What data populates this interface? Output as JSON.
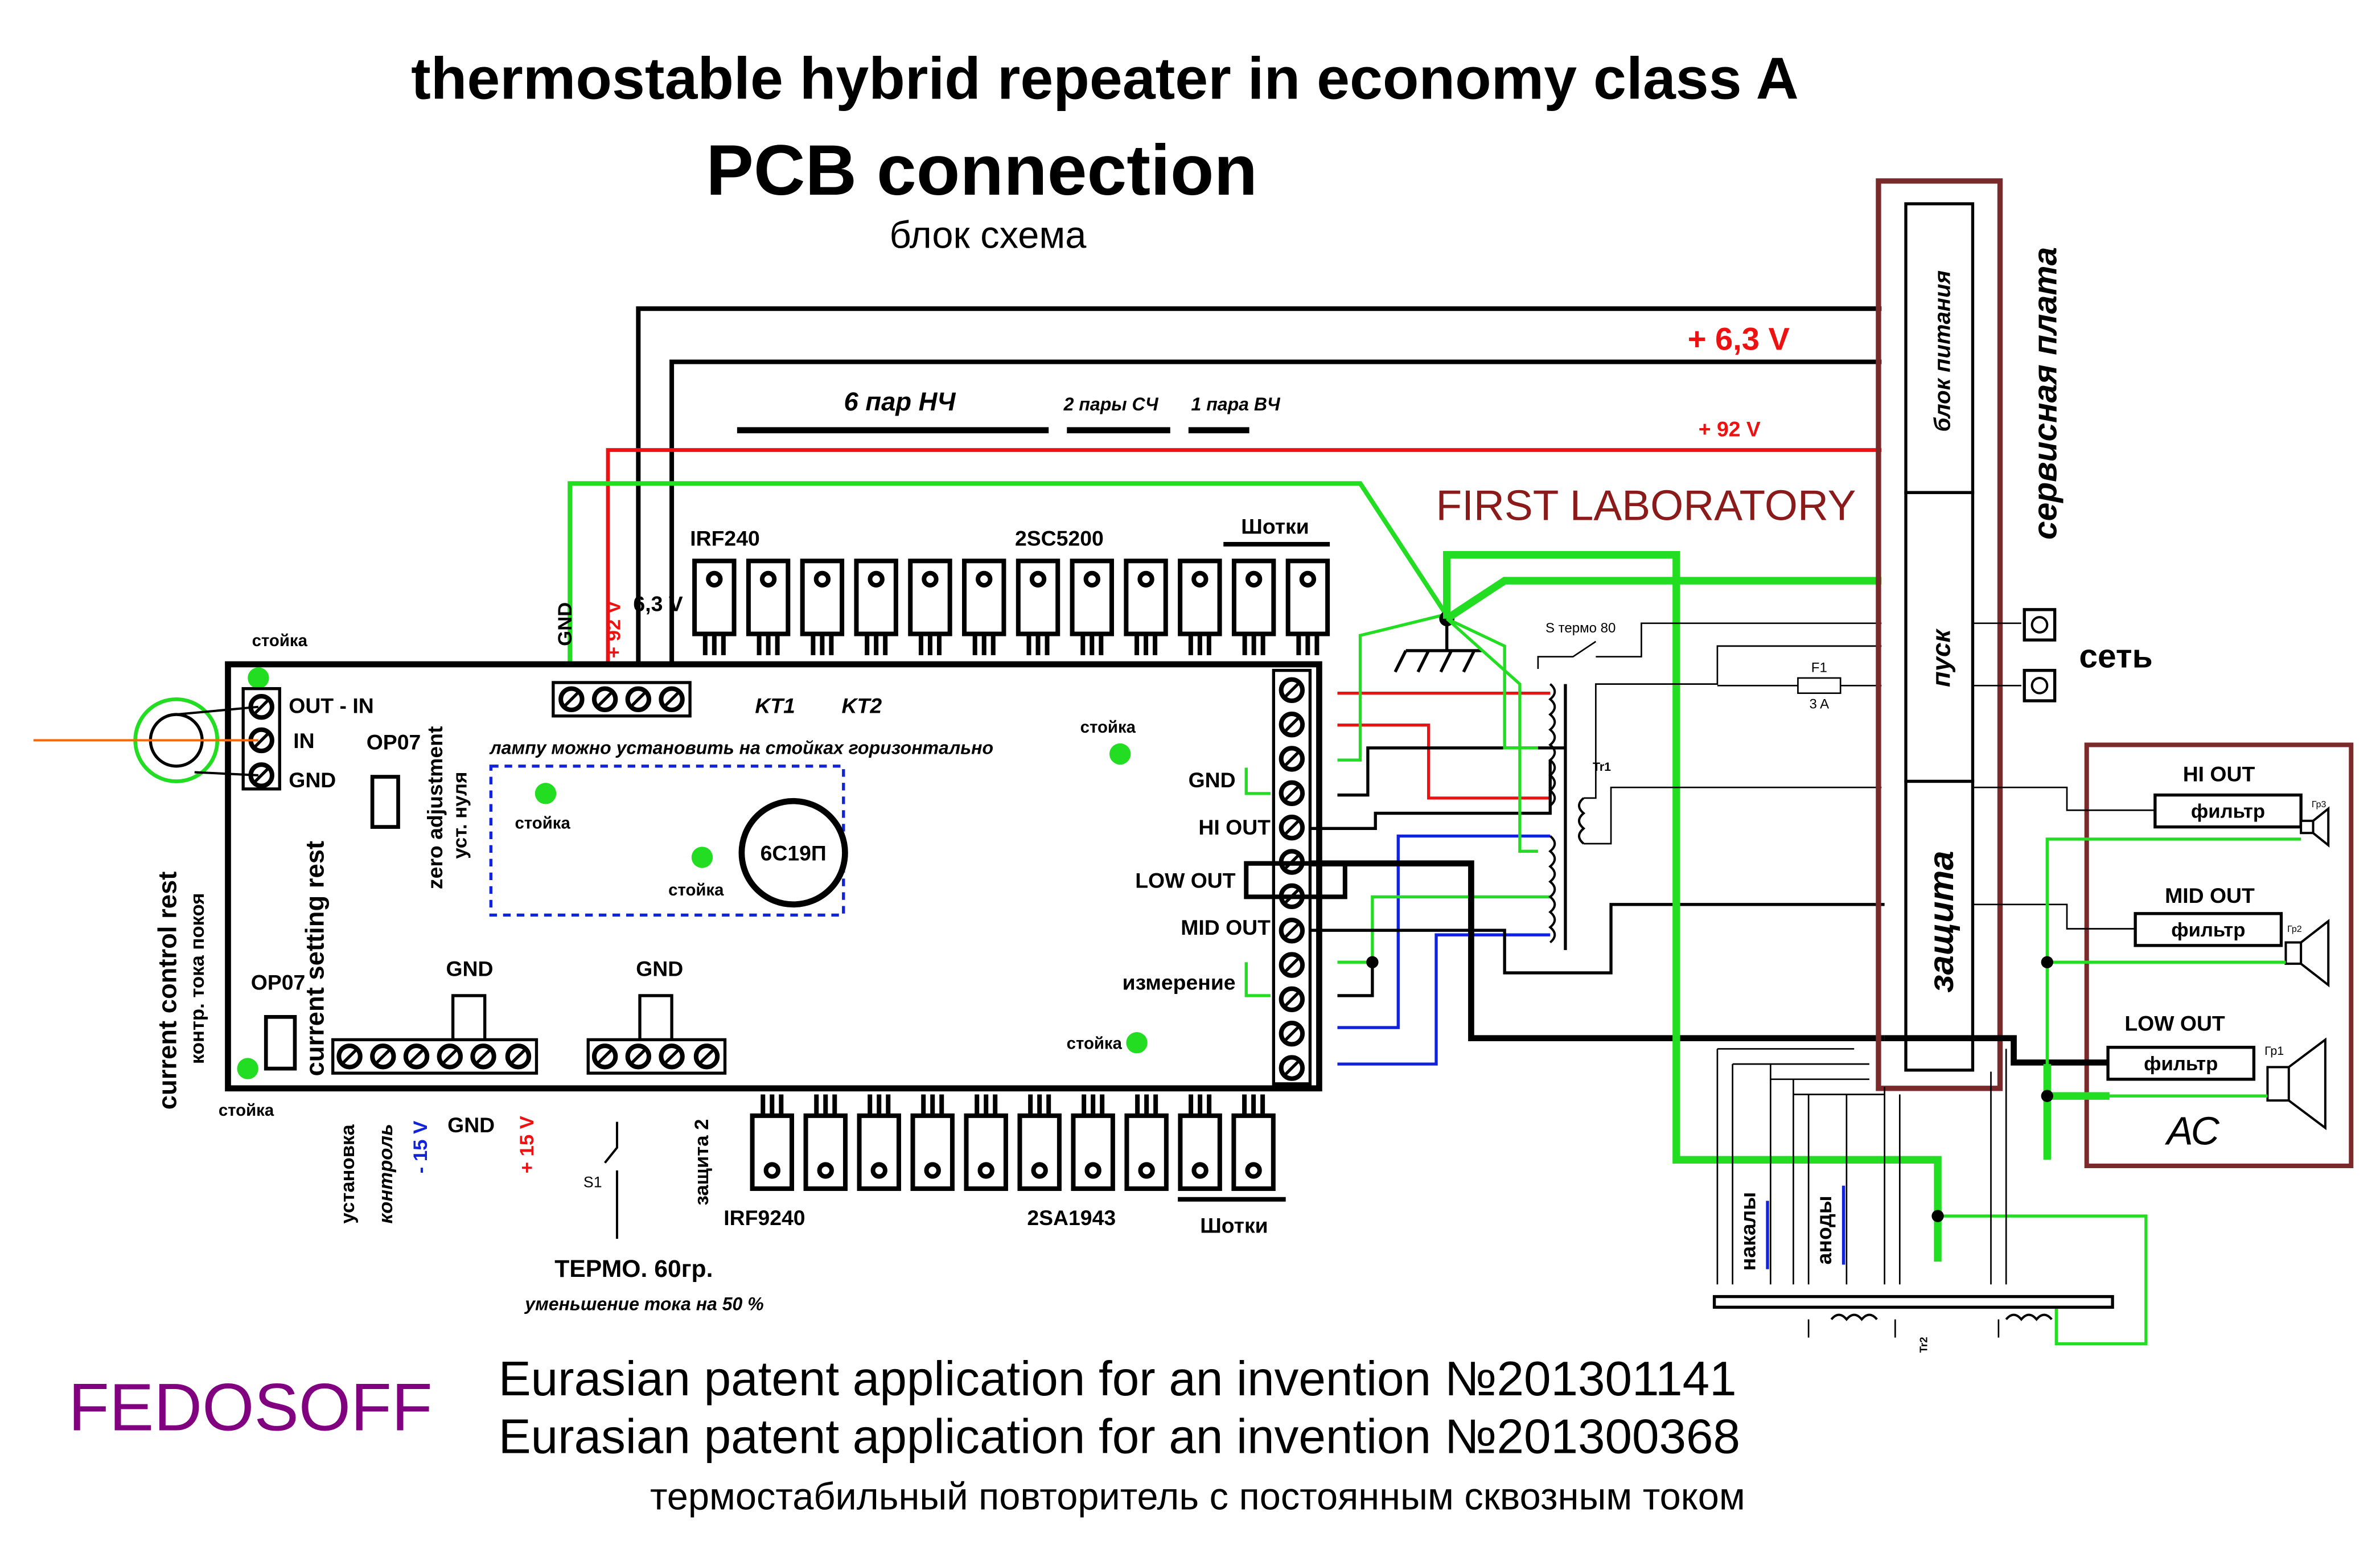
{
  "header": {
    "title": "thermostable hybrid repeater in economy class A",
    "subtitle": "PCB connection",
    "caption": "блок схема"
  },
  "rails": {
    "v63": "+ 6,3 V",
    "v92": "+ 92 V",
    "lf_pairs": "6 пар НЧ",
    "mid_pairs": "2 пары СЧ",
    "hf_pair": "1 пара ВЧ",
    "lab": "FIRST LABORATORY"
  },
  "board": {
    "top_terms": {
      "gnd": "GND",
      "v92": "+ 92 V",
      "v63": "6,3 V"
    },
    "top_transistors": {
      "irf240": "IRF240",
      "sc5200": "2SC5200",
      "schottky": "Шотки"
    },
    "kt1": "KT1",
    "kt2": "KT2",
    "lamp_note": "лампу можно установить на стойках горизонтально",
    "tube": "6С19П",
    "stand": "стойка",
    "inputs": {
      "out_in": "OUT - IN",
      "in": "IN",
      "gnd": "GND"
    },
    "op07_a": "OP07",
    "op07_b": "OP07",
    "zero_adj": "zero adjustment",
    "zero_adj_ru": "уст. нуля",
    "cur_setting": "current setting rest",
    "cur_control": "current control  rest",
    "cur_control_ru": "контр. тока покоя",
    "right_labels": {
      "gnd": "GND",
      "hi_out": "HI OUT",
      "low_out": "LOW OUT",
      "mid_out": "MID OUT",
      "measure": "измерение"
    },
    "gnd_a": "GND",
    "gnd_b": "GND",
    "bottom_labels": {
      "install": "установка",
      "control": "контроль",
      "m15": "- 15 V",
      "gnd": "GND",
      "p15": "+ 15 V",
      "s1": "S1",
      "prot2": "защита 2"
    },
    "bottom_transistors": {
      "irf9240": "IRF9240",
      "sa1943": "2SA1943",
      "schottky": "Шотки"
    },
    "thermo": "ТЕРМО. 60гр.",
    "thermo_note": "уменьшение тока на 50 %"
  },
  "service": {
    "title": "сервисная плата",
    "psu": "блок питания",
    "start": "пуск",
    "protect": "защита",
    "mains": "сеть",
    "s_thermo": "S термо 80",
    "f1": "F1",
    "f1_rating": "3 A",
    "tr1": "Tr1",
    "tr2": "Tr2"
  },
  "speaker": {
    "hi_out": "HI OUT",
    "mid_out": "MID OUT",
    "low_out": "LOW OUT",
    "filter": "фильтр",
    "gr1": "Гр1",
    "gr2": "Гр2",
    "gr3": "Гр3",
    "ac": "АС"
  },
  "transformer": {
    "heaters": "накалы",
    "anodes": "аноды"
  },
  "footer": {
    "brand": "FEDOSOFF",
    "patent1": "Eurasian patent application for an invention №201301141",
    "patent2": "Eurasian patent application for an invention №201300368",
    "desc_ru": "термостабильный повторитель с постоянным сквозным током"
  },
  "colors": {
    "wire_black": "#000000",
    "wire_green": "#22dd22",
    "wire_red": "#ee1111",
    "wire_blue": "#1122dd",
    "service_frame": "#7a2a2a",
    "lab_text": "#8b1a1a",
    "brand": "#800080"
  }
}
